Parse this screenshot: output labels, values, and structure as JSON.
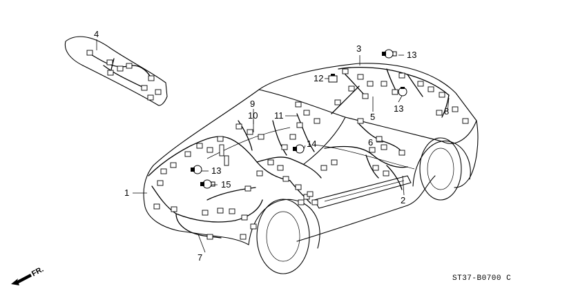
{
  "diagram": {
    "callouts": [
      "1",
      "2",
      "3",
      "4",
      "5",
      "6",
      "7",
      "8",
      "9",
      "10",
      "11",
      "12",
      "13",
      "13",
      "13",
      "14",
      "15"
    ],
    "direction_label": "FR.",
    "diagram_code": "ST37-B0700 C"
  }
}
